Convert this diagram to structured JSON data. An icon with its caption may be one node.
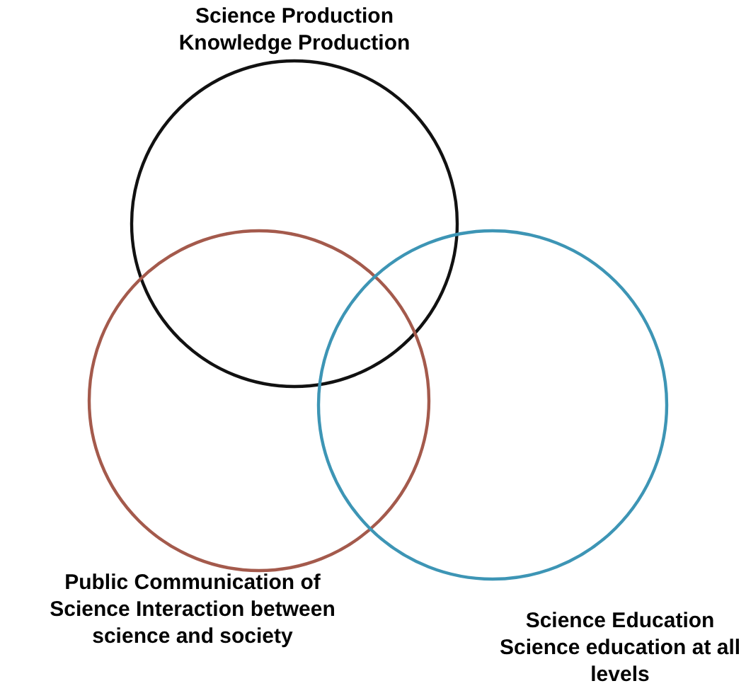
{
  "diagram": {
    "nodes": [
      {
        "text": [
          "Science Production Knowledge Production"
        ]
      },
      {
        "text": [
          "Public Communication of Science Interaction between science and society"
        ]
      },
      {
        "text": [
          "Science Education Science education at all levels"
        ]
      }
    ]
  }
}
